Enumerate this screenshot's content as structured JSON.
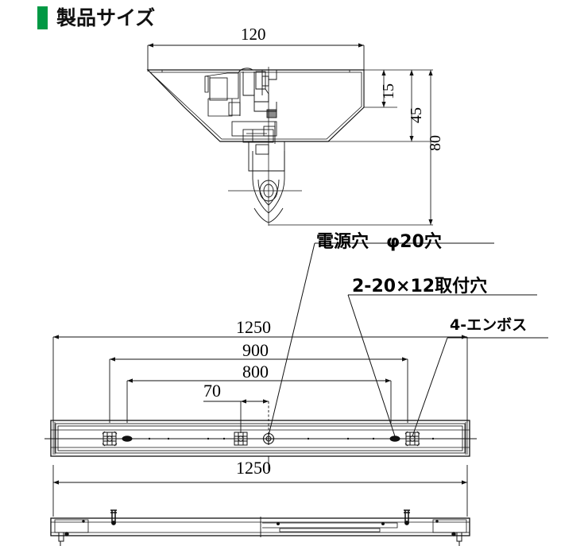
{
  "header": {
    "title": "製品サイズ",
    "accent_color": "#009944"
  },
  "drawing": {
    "line_color": "#111111",
    "background": "#ffffff",
    "views": [
      {
        "name": "cross-section-view",
        "label": ""
      },
      {
        "name": "bottom-plan-view",
        "label": ""
      },
      {
        "name": "side-elevation-view",
        "label": ""
      }
    ],
    "dimensions": {
      "section_width": "120",
      "section_h1": "15",
      "section_h2": "45",
      "section_h3": "80",
      "plan_overall": "1250",
      "plan_900": "900",
      "plan_800": "800",
      "plan_70": "70",
      "plan_bottom_overall": "1250"
    },
    "annotations": {
      "power_hole": "電源穴　φ20穴",
      "mounting_hole": "2-20×12取付穴",
      "emboss": "4-エンボス"
    }
  }
}
